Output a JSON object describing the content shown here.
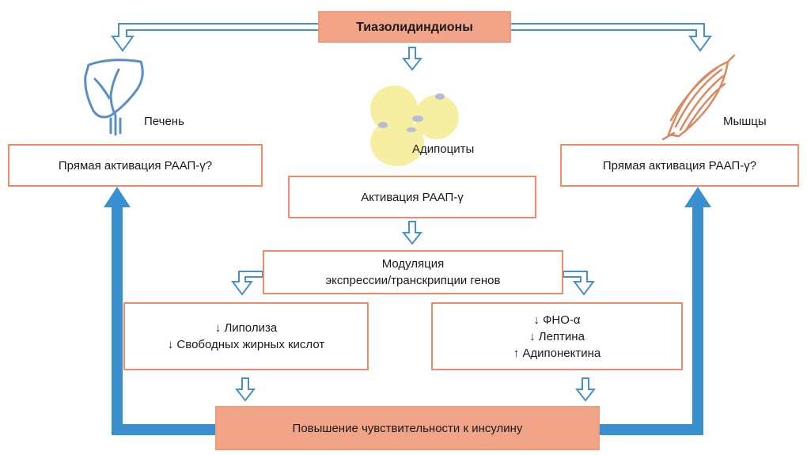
{
  "title": "Тиазолидиндионы",
  "organs": {
    "liver": "Печень",
    "adipocytes": "Адипоциты",
    "muscles": "Мышцы"
  },
  "boxes": {
    "liver_activation": "Прямая активация РААП-γ?",
    "muscle_activation": "Прямая активация РААП-γ?",
    "ppar_activation": "Активация РААП-γ",
    "modulation": [
      "Модуляция",
      "экспрессии/транскрипции генов"
    ],
    "lipolysis": [
      "↓ Липолиза",
      "↓ Свободных жирных кислот"
    ],
    "cytokines": [
      "↓  ФНО-α",
      "↓  Лептина",
      "↑  Адипонектина"
    ],
    "insulin": "Повышение чувствительности к инсулину"
  },
  "colors": {
    "box_border": "#ea8c6a",
    "box_fill": "#f2a488",
    "arrow_outline": "#4a90c8",
    "arrow_solid": "#3a8fcf",
    "liver": "#5b8fc4",
    "adipocyte": "#f6eea0",
    "muscle": "#d98a62"
  }
}
